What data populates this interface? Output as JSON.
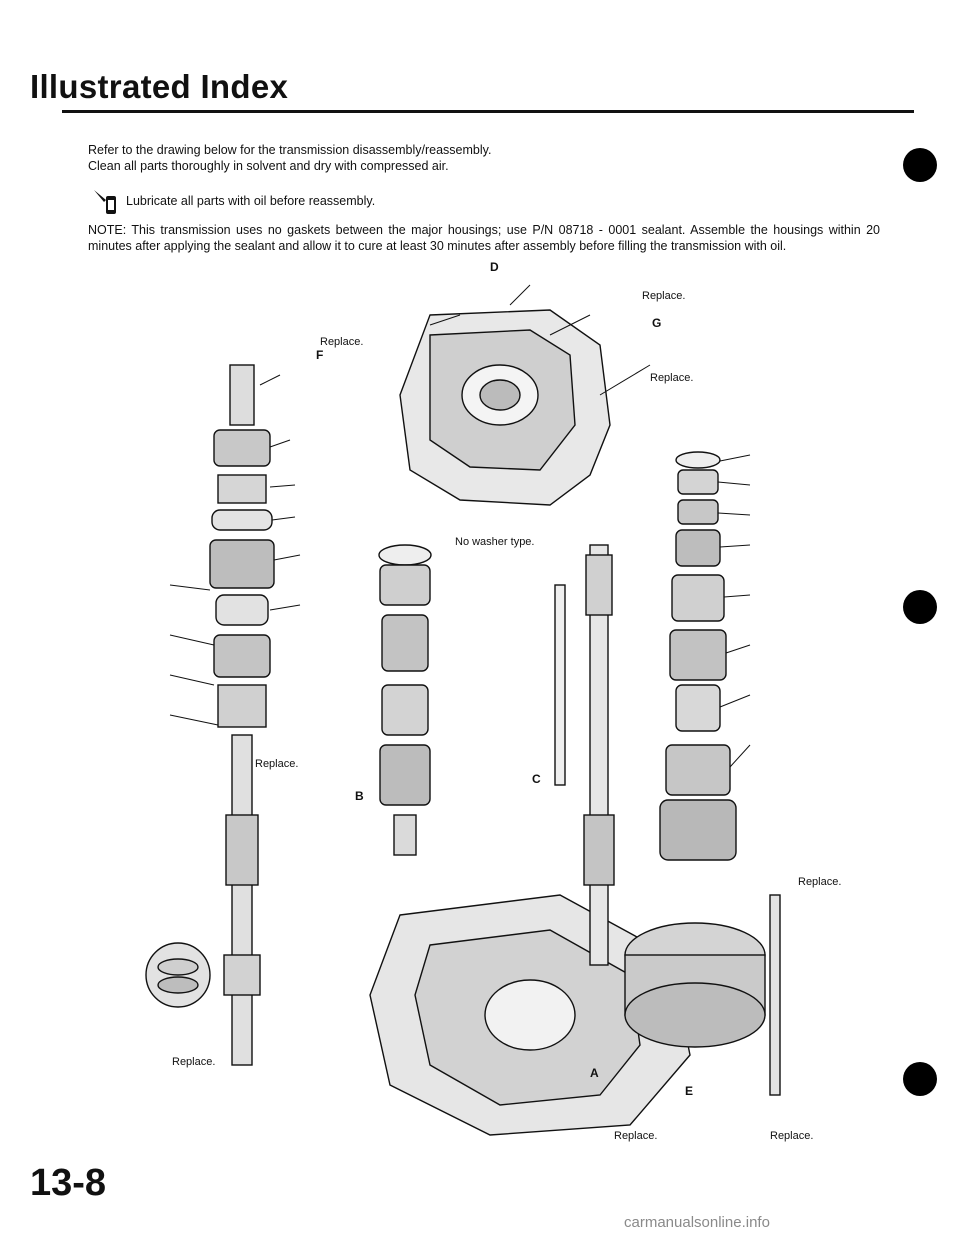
{
  "header": {
    "title": "Illustrated Index"
  },
  "intro": {
    "line1": "Refer to the drawing below for the transmission disassembly/reassembly.",
    "line2": "Clean all parts thoroughly in solvent and dry with compressed air."
  },
  "lube_note": {
    "icon": "oil-can-icon",
    "text": "Lubricate all parts with oil before reassembly."
  },
  "note": {
    "text": "NOTE: This transmission uses no gaskets between the major housings; use P/N 08718 - 0001 sealant. Assemble the housings within 20 minutes after applying the sealant and allow it to cure at least 30 minutes after assembly before filling the transmission with oil."
  },
  "diagram": {
    "letters": {
      "a": "A",
      "b": "B",
      "c": "C",
      "d": "D",
      "e": "E",
      "f": "F",
      "g": "G"
    },
    "replace": "Replace.",
    "washer": "No washer type."
  },
  "footer": {
    "page_number": "13-8",
    "watermark": "carmanualsonline.info"
  }
}
